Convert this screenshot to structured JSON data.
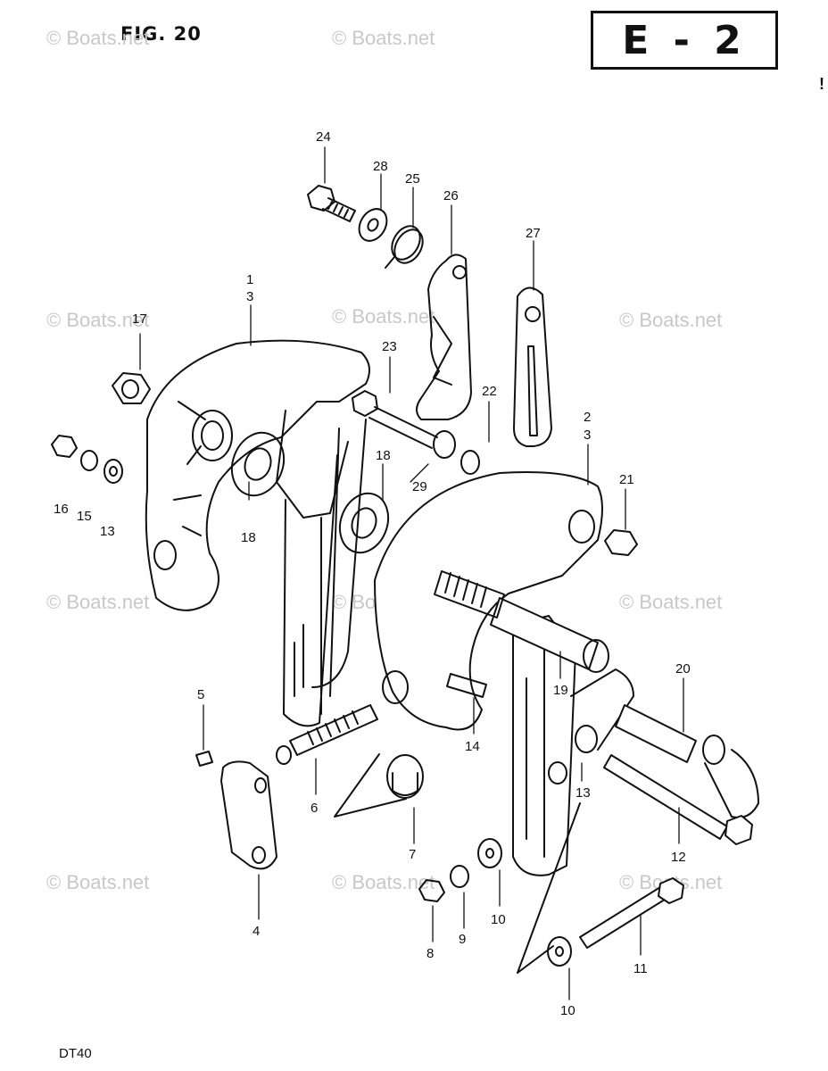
{
  "header": {
    "fig_label": "FIG. 20",
    "section_code": "E - 2",
    "stray_mark": "!"
  },
  "footer": {
    "model": "DT40"
  },
  "watermark": {
    "text": "© Boats.net"
  },
  "colors": {
    "line": "#111111",
    "watermark": "#c8c8c8",
    "background": "#ffffff"
  },
  "part_labels": [
    "24",
    "28",
    "25",
    "26",
    "27",
    "1",
    "3",
    "17",
    "23",
    "22",
    "2",
    "3",
    "16",
    "15",
    "13",
    "18",
    "18",
    "29",
    "21",
    "5",
    "6",
    "7",
    "14",
    "19",
    "20",
    "13",
    "12",
    "4",
    "8",
    "9",
    "10",
    "10",
    "11"
  ]
}
